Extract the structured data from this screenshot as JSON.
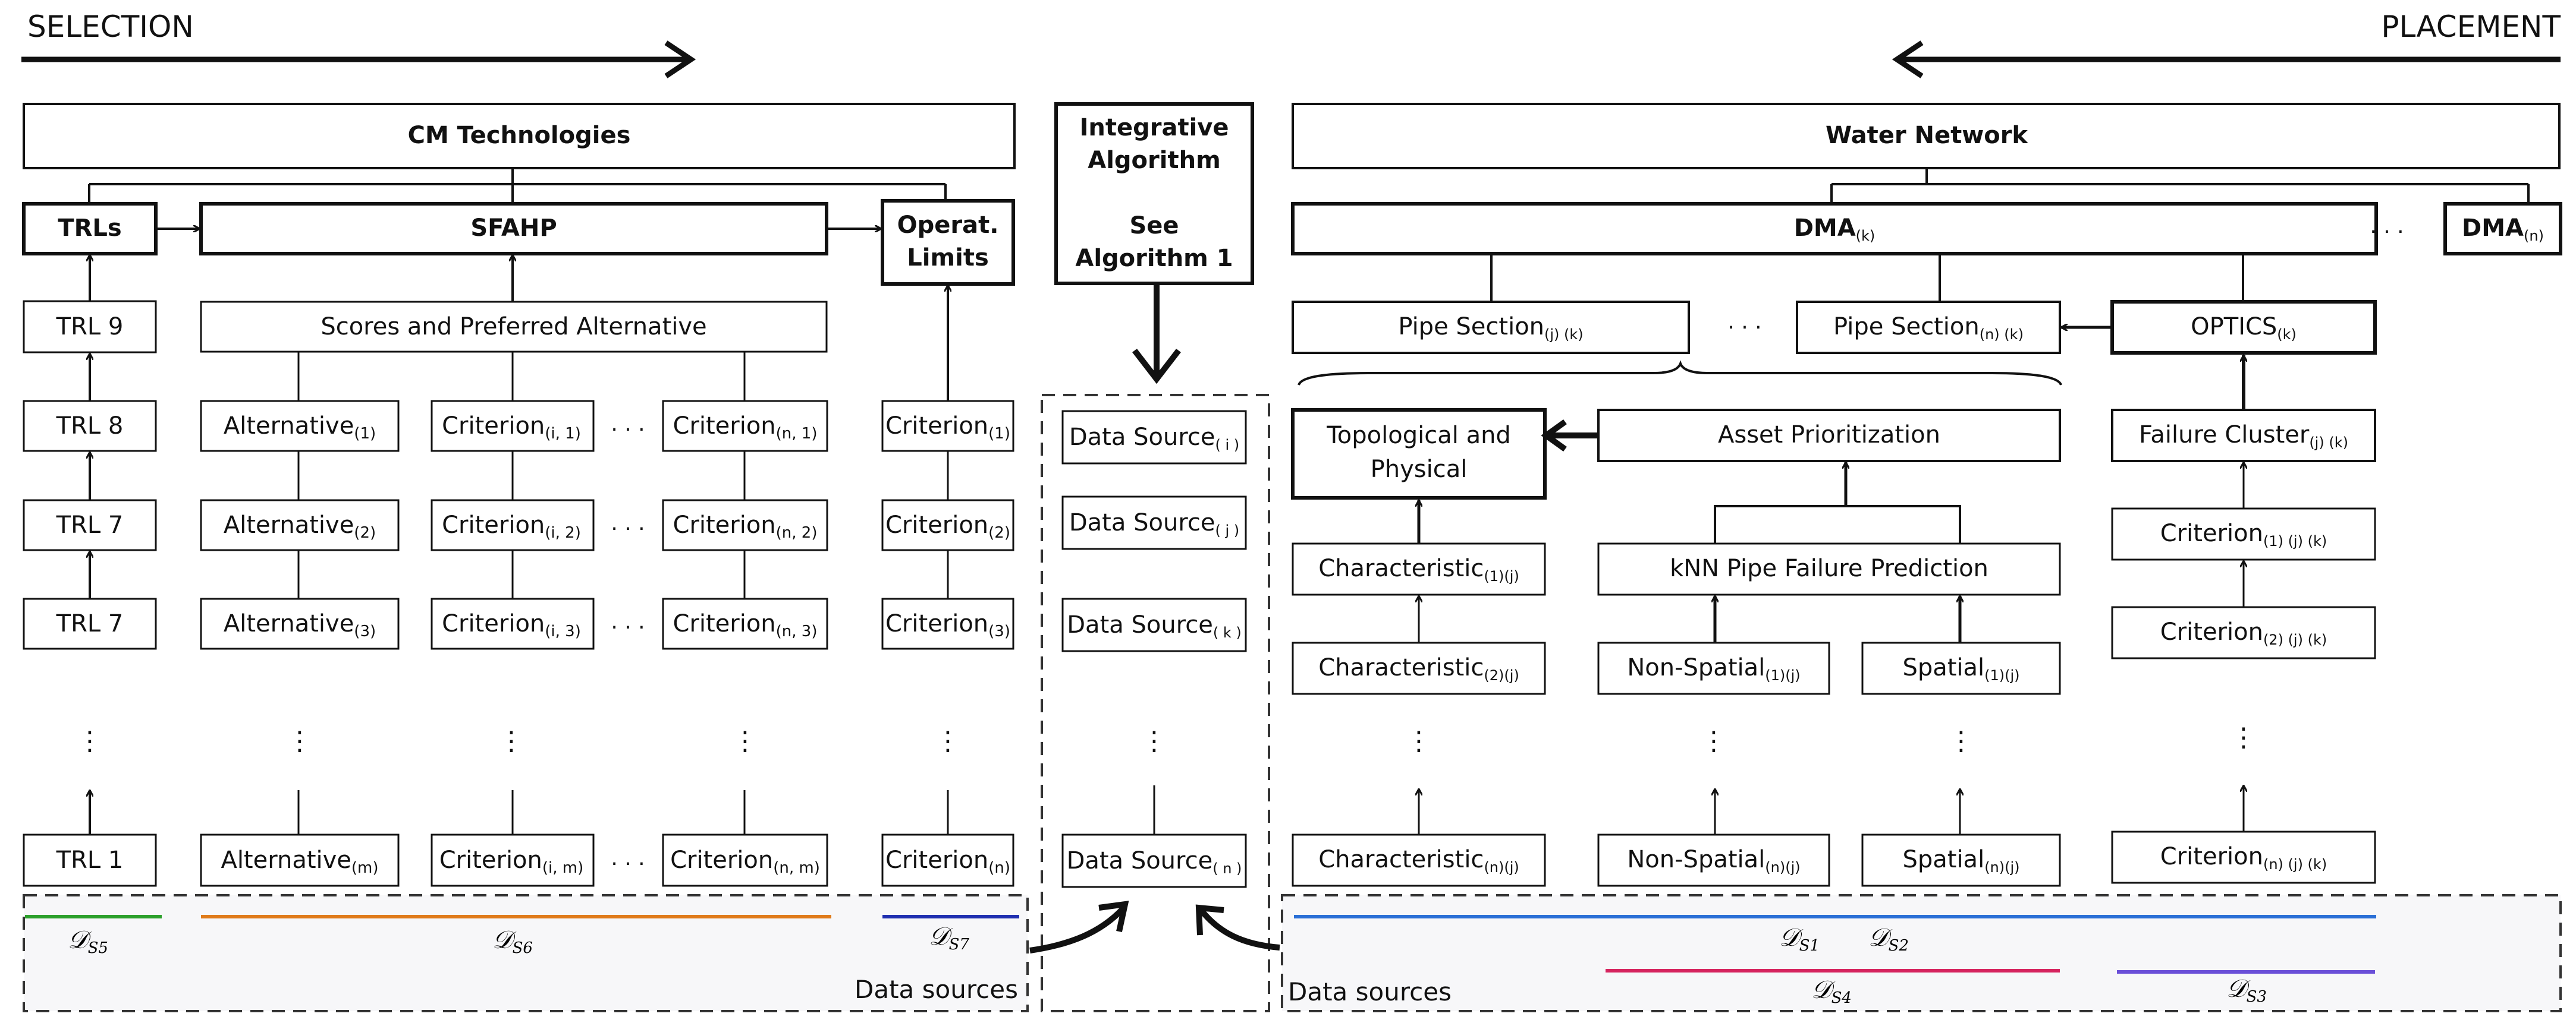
{
  "header": {
    "left": "SELECTION",
    "right": "PLACEMENT"
  },
  "left": {
    "top": "CM Technologies",
    "trls": "TRLs",
    "sfahp": "SFAHP",
    "operat_l1": "Operat.",
    "operat_l2": "Limits",
    "trl_col": [
      "TRL 9",
      "TRL 8",
      "TRL 7",
      "TRL 7",
      "TRL 1"
    ],
    "scores": "Scores and Preferred Alternative",
    "alternative": "Alternative",
    "alt_subs": [
      "(1)",
      "(2)",
      "(3)",
      "(m)"
    ],
    "criterion": "Criterion",
    "crit_i_subs": [
      "(i, 1)",
      "(i, 2)",
      "(i, 3)",
      "(i, m)"
    ],
    "crit_n_subs": [
      "(n, 1)",
      "(n, 2)",
      "(n, 3)",
      "(n, m)"
    ],
    "crit_op_subs": [
      "(1)",
      "(2)",
      "(3)",
      "(n)"
    ],
    "ellipsis": "· · ·",
    "vdots": "⋮"
  },
  "middle": {
    "title_l1": "Integrative",
    "title_l2": "Algorithm",
    "title_l3": "See",
    "title_l4": "Algorithm 1",
    "data_source": "Data Source",
    "ds_subs": [
      "( i )",
      "( j )",
      "( k )",
      "( n )"
    ]
  },
  "right": {
    "top": "Water Network",
    "dma": "DMA",
    "dma_sub": "(k)",
    "dma_n_sub": "(n)",
    "pipe_section": "Pipe Section",
    "pipe_j_sub": "(j) (k)",
    "pipe_n_sub": "(n) (k)",
    "optics": "OPTICS",
    "optics_sub": "(k)",
    "topo_l1": "Topological and",
    "topo_l2": "Physical",
    "asset": "Asset Prioritization",
    "failure": "Failure Cluster",
    "failure_sub": "(j) (k)",
    "characteristic": "Characteristic",
    "char_subs": [
      "(1)(j)",
      "(2)(j)",
      "(n)(j)"
    ],
    "knn": "kNN Pipe Failure Prediction",
    "nonspatial": "Non-Spatial",
    "nonspatial_subs": [
      "(1)(j)",
      "(n)(j)"
    ],
    "spatial": "Spatial",
    "spatial_subs": [
      "(1)(j)",
      "(n)(j)"
    ],
    "criterion": "Criterion",
    "crit_subs": [
      "(1) (j) (k)",
      "(2) (j) (k)",
      "(n) (j) (k)"
    ]
  },
  "data_sources": {
    "label": "Data sources",
    "d": "𝒟",
    "s5": "S5",
    "s6": "S6",
    "s7": "S7",
    "s1": "S1",
    "s2": "S2",
    "s3": "S3",
    "s4": "S4",
    "colors": {
      "s5": "#2ca02c",
      "s6": "#e07b1a",
      "s7": "#1f2fb0",
      "s1": "#2a6fd6",
      "s4": "#d6245f",
      "s3": "#6a4fd8"
    }
  }
}
